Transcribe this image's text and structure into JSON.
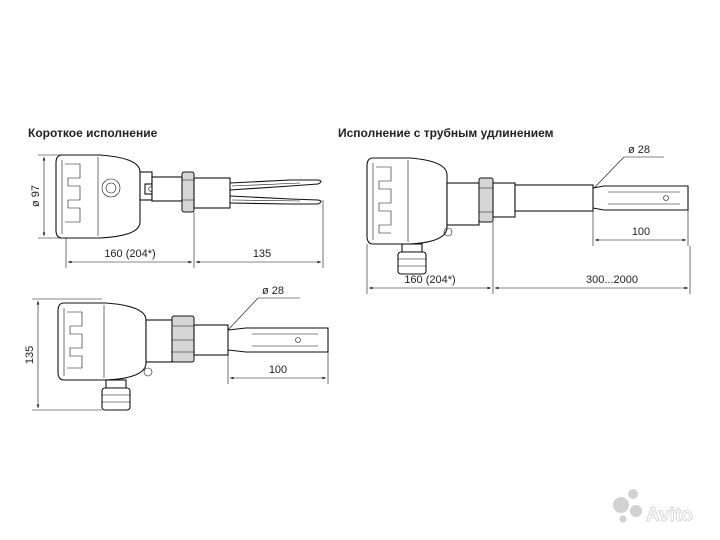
{
  "titles": {
    "short": "Короткое исполнение",
    "extended": "Исполнение с трубным удлинением"
  },
  "dimensions": {
    "diameter_97": "ø 97",
    "housing_length": "160 (204*)",
    "fork_length": "135",
    "height_135": "135",
    "diameter_28_a": "ø 28",
    "probe_100_a": "100",
    "diameter_28_b": "ø 28",
    "probe_100_b": "100",
    "housing_length_b": "160 (204*)",
    "extension_range": "300...2000"
  },
  "watermark": {
    "text": "Avito",
    "color": "#d8d8d8"
  }
}
